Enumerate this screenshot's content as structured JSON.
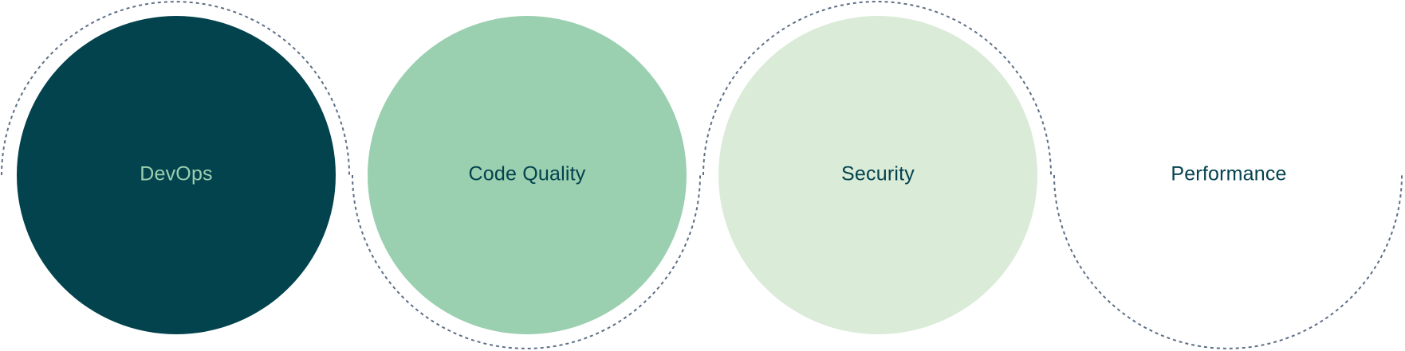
{
  "stages": [
    {
      "label": "DevOps",
      "fill": "#03434e",
      "text_color": "#9ccfb0"
    },
    {
      "label": "Code Quality",
      "fill": "#9acfb0",
      "text_color": "#03434e"
    },
    {
      "label": "Security",
      "fill": "#daebd8",
      "text_color": "#03434e"
    },
    {
      "label": "Performance",
      "fill": "#ffffff",
      "text_color": "#03434e"
    }
  ],
  "connector_color": "#5d6f86"
}
